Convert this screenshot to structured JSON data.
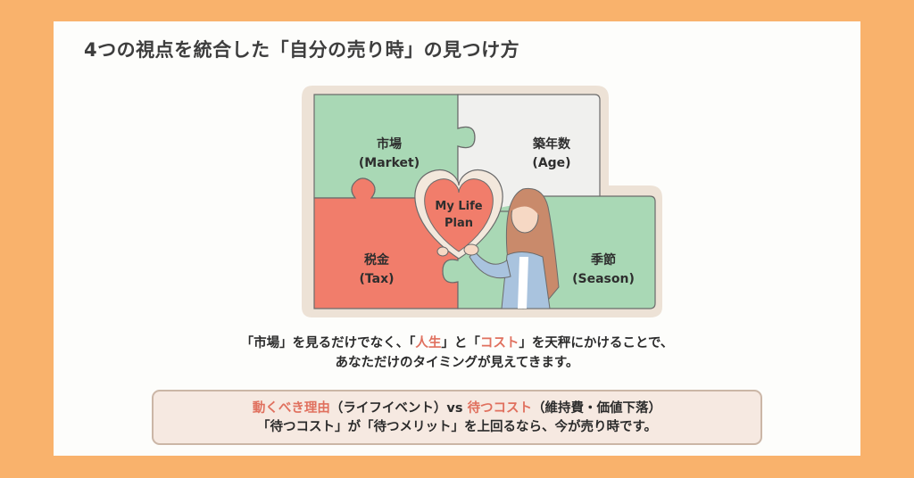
{
  "title": "4つの視点を統合した「自分の売り時」の見つけ方",
  "colors": {
    "background": "#F9B26C",
    "panel": "#FDFDFB",
    "green": "#A9D8B5",
    "red": "#F17D6B",
    "gray": "#F0F0EE",
    "frame": "#EDE2D6",
    "highlight": "#E0705E"
  },
  "puzzle": {
    "pieces": [
      {
        "jp": "市場",
        "en": "(Market)",
        "color": "green"
      },
      {
        "jp": "築年数",
        "en": "(Age)",
        "color": "gray"
      },
      {
        "jp": "税金",
        "en": "(Tax)",
        "color": "red"
      },
      {
        "jp": "季節",
        "en": "(Season)",
        "color": "green"
      }
    ],
    "center": {
      "line1": "My Life",
      "line2": "Plan",
      "icon": "heart-icon"
    },
    "figure": "woman-holding-heart-illustration"
  },
  "caption": {
    "line1_a": "「市場」を見るだけでなく、「",
    "line1_hl1": "人生",
    "line1_b": "」と「",
    "line1_hl2": "コスト",
    "line1_c": "」を天秤にかけることで、",
    "line2": "あなただけのタイミングが見えてきます。"
  },
  "summary": {
    "hl1": "動くべき理由",
    "t1": "（ライフイベント）vs ",
    "hl2": "待つコスト",
    "t2": "（維持費・価値下落）",
    "line2": "「待つコスト」が「待つメリット」を上回るなら、今が売り時です。"
  }
}
